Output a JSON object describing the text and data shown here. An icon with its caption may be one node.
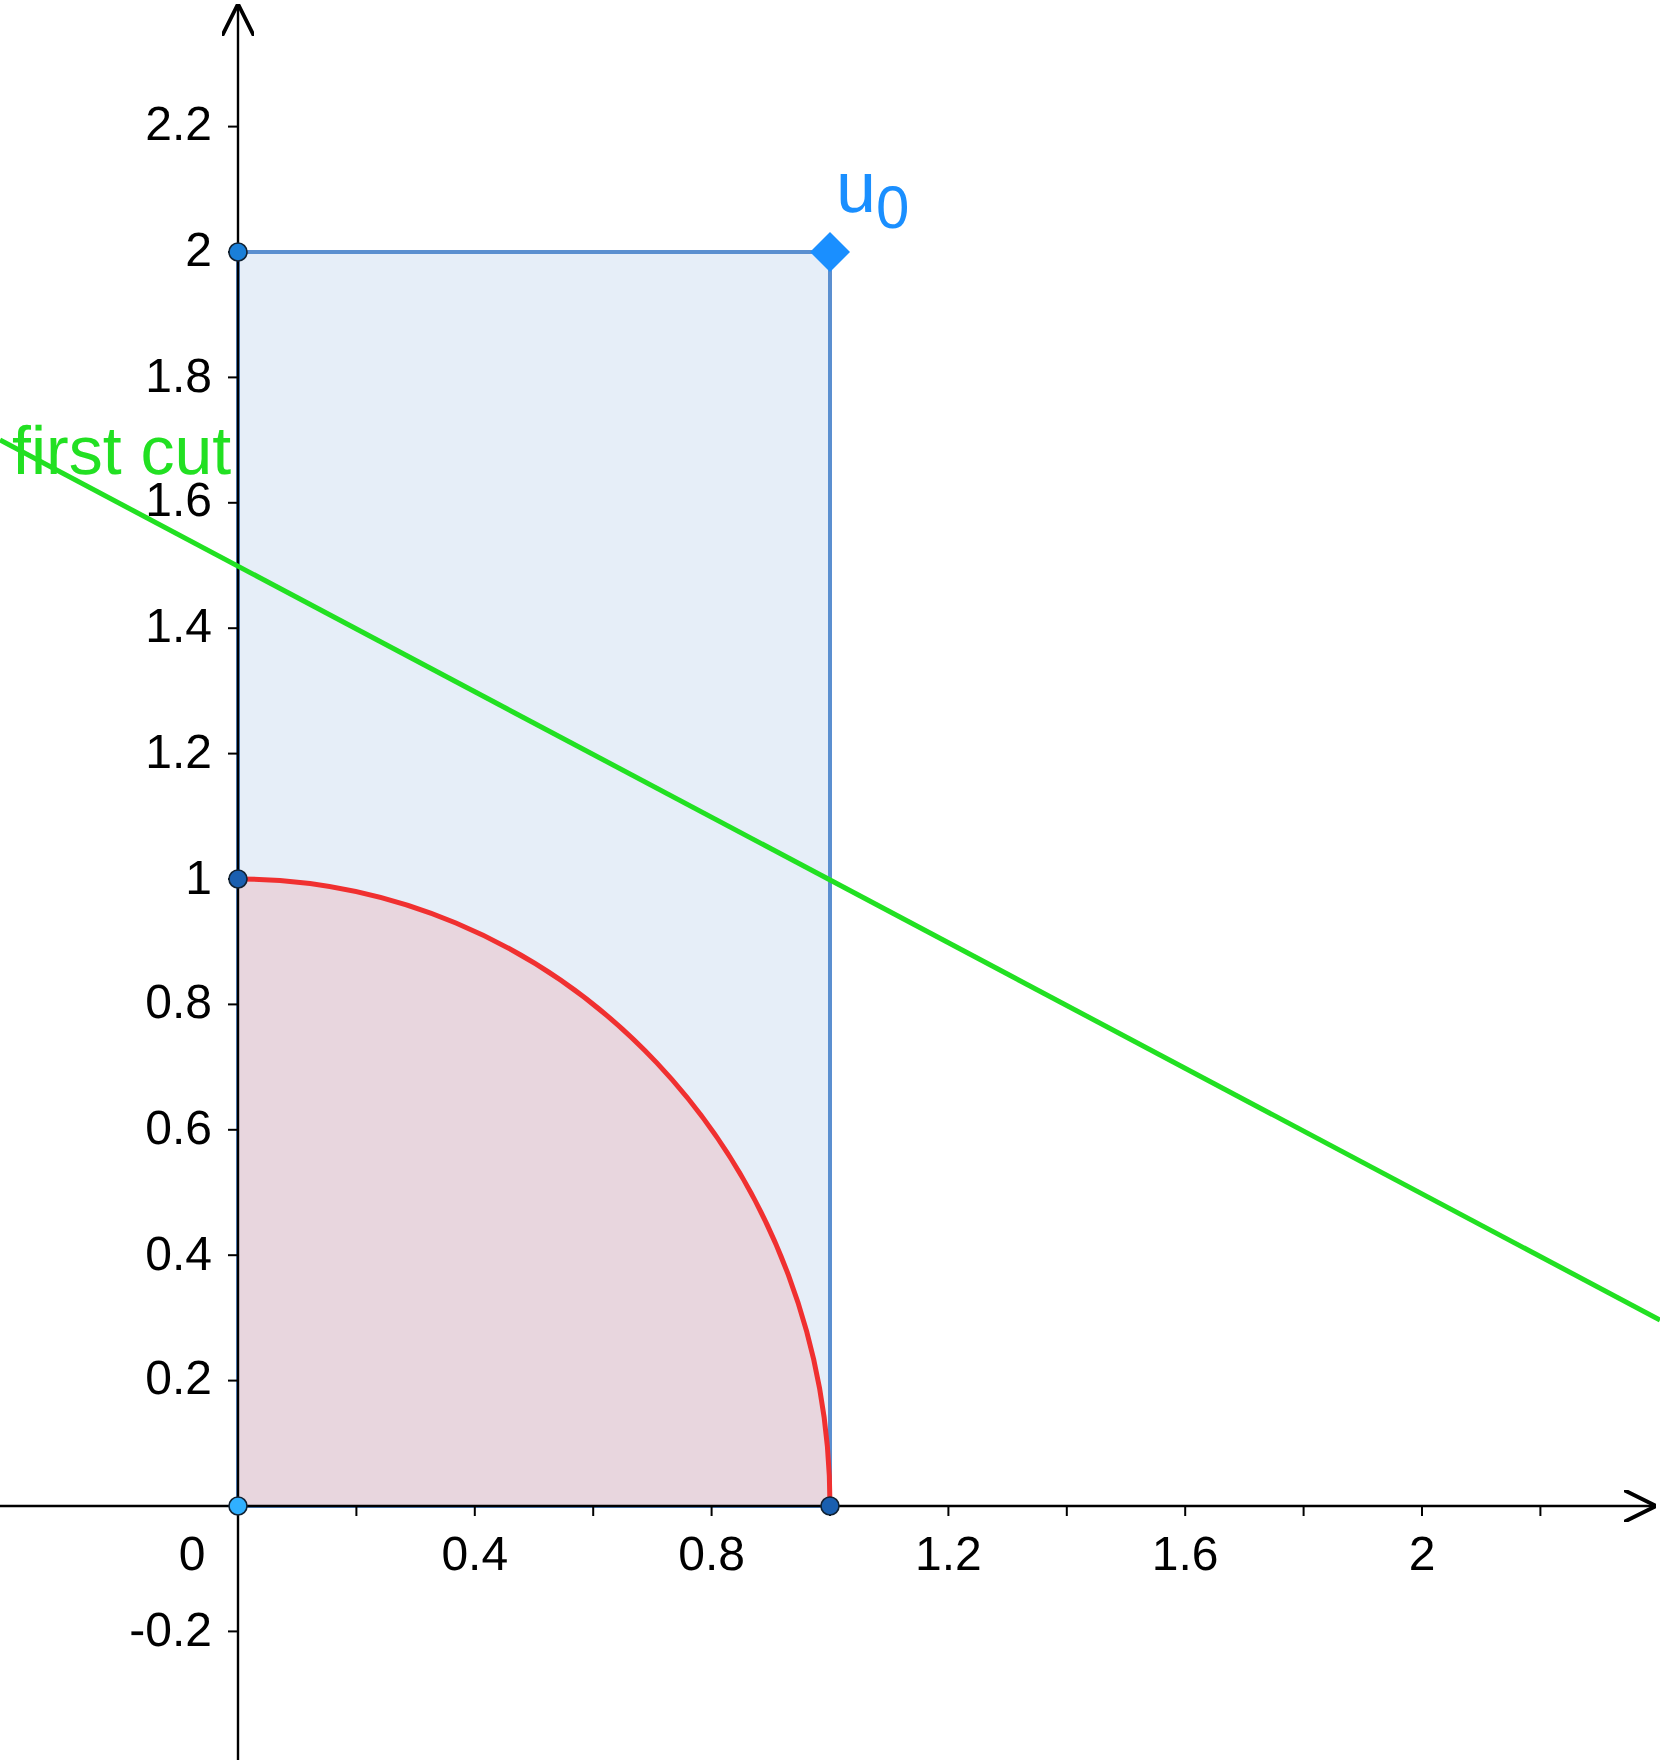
{
  "diagram": {
    "labels": [
      "first cut",
      "u$_{0}$",
      "2.2",
      "2",
      "1.8",
      "1.6",
      "1.4",
      "1.2",
      "1",
      "0.8",
      "0.6",
      "0.4",
      "0.2",
      "0",
      "0.4",
      "0.8",
      "1.2",
      "1.6",
      "2",
      "-0.2"
    ]
  }
}
